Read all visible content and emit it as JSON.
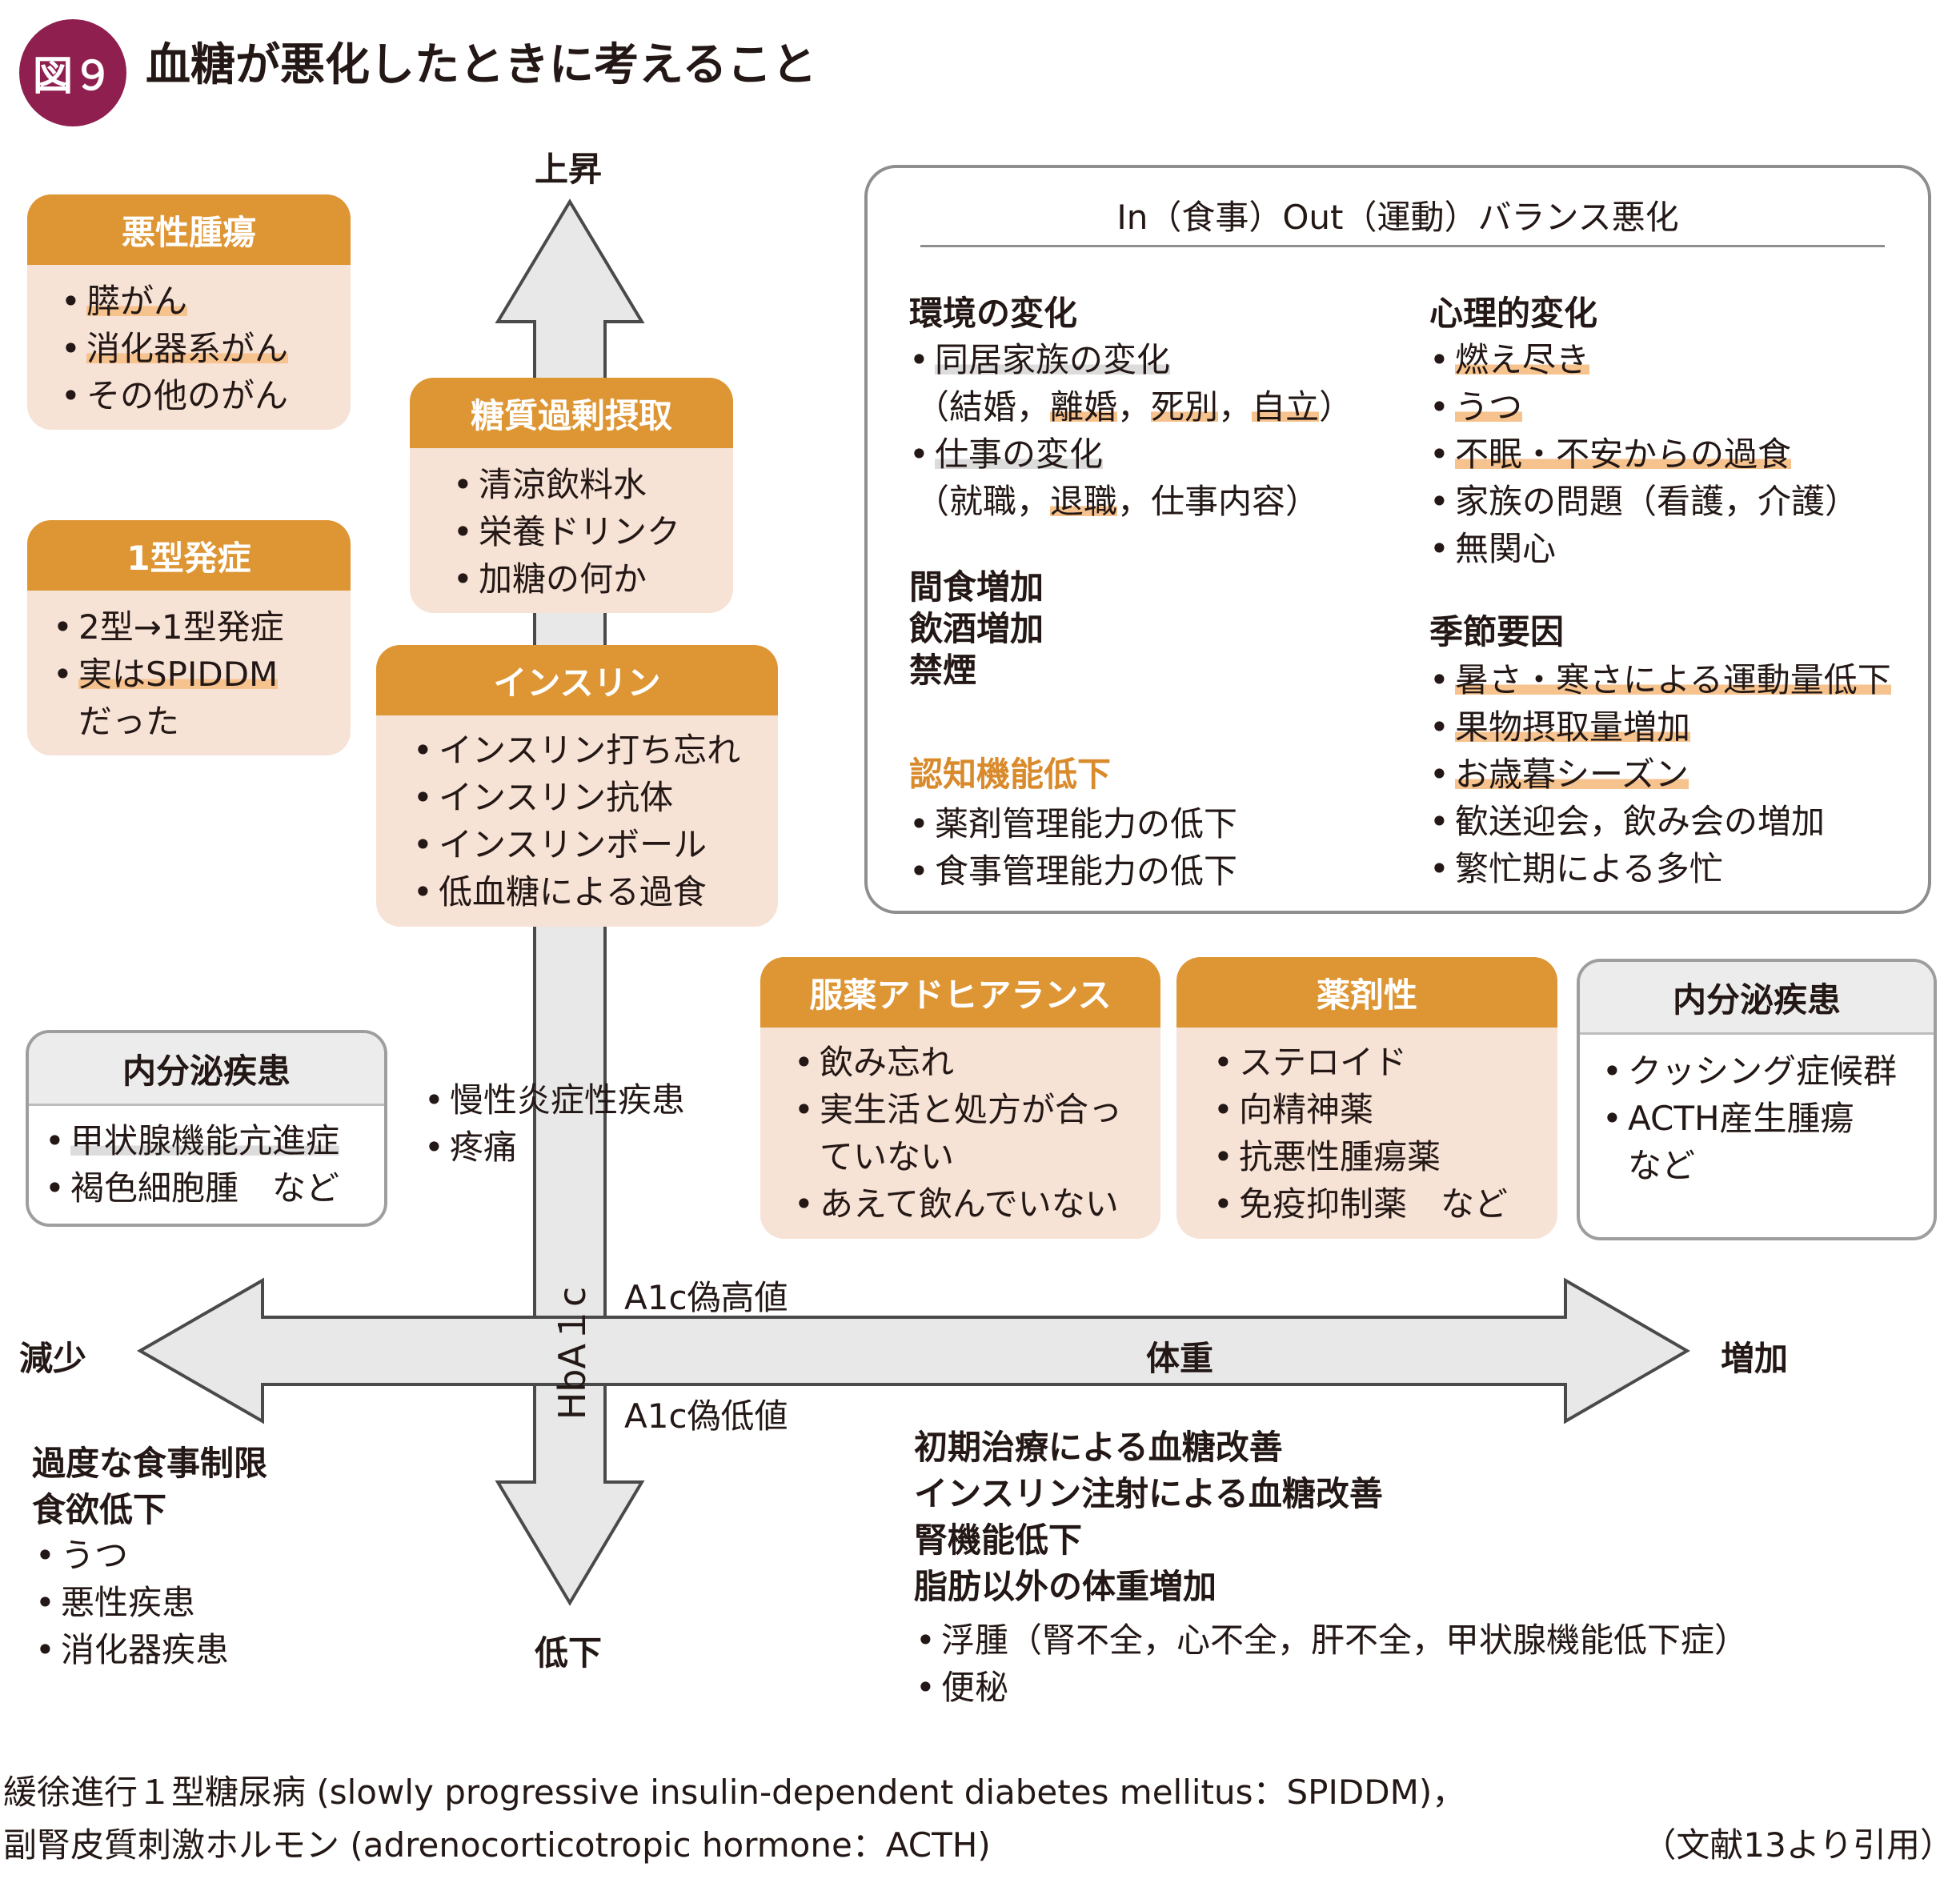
{
  "figure": {
    "badge": "図９",
    "title": "血糖が悪化したときに考えること"
  },
  "axes": {
    "y_top": "上昇",
    "y_bottom": "低下",
    "y_name": "HbA１c",
    "x_left": "減少",
    "x_right": "増加",
    "x_name": "体重",
    "a1c_high": "A1c偽高値",
    "a1c_low": "A1c偽低値"
  },
  "malignant": {
    "title": "悪性腫瘍",
    "items": [
      "膵がん",
      "消化器系がん",
      "その他のがん"
    ]
  },
  "type1": {
    "title": "1型発症",
    "items": [
      "2型→1型発症",
      "実はSPIDDM",
      "だった"
    ]
  },
  "carb": {
    "title": "糖質過剰摂取",
    "items": [
      "清涼飲料水",
      "栄養ドリンク",
      "加糖の何か"
    ]
  },
  "insulin": {
    "title": "インスリン",
    "items": [
      "インスリン打ち忘れ",
      "インスリン抗体",
      "インスリンボール",
      "低血糖による過食"
    ]
  },
  "endocrine_left": {
    "title": "内分泌疾患",
    "items": [
      "甲状腺機能亢進症",
      "褐色細胞腫　など"
    ]
  },
  "inflammation": {
    "items": [
      "慢性炎症性疾患",
      "疼痛"
    ]
  },
  "adherence": {
    "title": "服薬アドヒアランス",
    "items": [
      "飲み忘れ",
      "実生活と処方が合っ",
      "ていない",
      "あえて飲んでいない"
    ]
  },
  "drug": {
    "title": "薬剤性",
    "items": [
      "ステロイド",
      "向精神薬",
      "抗悪性腫瘍薬",
      "免疫抑制薬　など"
    ]
  },
  "endocrine_right": {
    "title": "内分泌疾患",
    "items": [
      "クッシング症候群",
      "ACTH産生腫瘍",
      "など"
    ]
  },
  "inout": {
    "title": "In（食事）Out（運動）バランス悪化",
    "environment": {
      "title": "環境の変化",
      "item1": "同居家族の変化",
      "item1_detail": [
        "（結婚，",
        "離婚",
        "，",
        "死別",
        "，",
        "自立",
        "）"
      ],
      "item2": "仕事の変化",
      "item2_detail": [
        "（就職，",
        "退職",
        "，仕事内容）"
      ]
    },
    "habits": [
      "間食増加",
      "飲酒増加",
      "禁煙"
    ],
    "cognitive": {
      "title": "認知機能低下",
      "items": [
        "薬剤管理能力の低下",
        "食事管理能力の低下"
      ]
    },
    "psych": {
      "title": "心理的変化",
      "items": [
        "燃え尽き",
        "うつ",
        "不眠・不安からの過食",
        "家族の問題（看護，介護）",
        "無関心"
      ]
    },
    "season": {
      "title": "季節要因",
      "items": [
        "暑さ・寒さによる運動量低下",
        "果物摂取量増加",
        "お歳暮シーズン",
        "歓送迎会，飲み会の増加",
        "繁忙期による多忙"
      ]
    }
  },
  "lower_left": {
    "lines": [
      "過度な食事制限",
      "食欲低下"
    ],
    "items": [
      "うつ",
      "悪性疾患",
      "消化器疾患"
    ]
  },
  "lower_right": {
    "lines": [
      "初期治療による血糖改善",
      "インスリン注射による血糖改善",
      "腎機能低下",
      "脂肪以外の体重増加"
    ],
    "items": [
      "浮腫（腎不全，心不全，肝不全，甲状腺機能低下症）",
      "便秘"
    ]
  },
  "footer": {
    "line1": "緩徐進行１型糖尿病 (slowly progressive insulin-dependent diabetes mellitus：SPIDDM)，",
    "line2": "副腎皮質刺激ホルモン (adrenocorticotropic hormone：ACTH)",
    "citation": "（文献13より引用）"
  },
  "colors": {
    "badge": "#8e1f4e",
    "orange_header": "#de9634",
    "orange_body": "#f7e2d6",
    "arrow_fill": "#e8e8e8",
    "arrow_stroke": "#4a4a4a"
  }
}
